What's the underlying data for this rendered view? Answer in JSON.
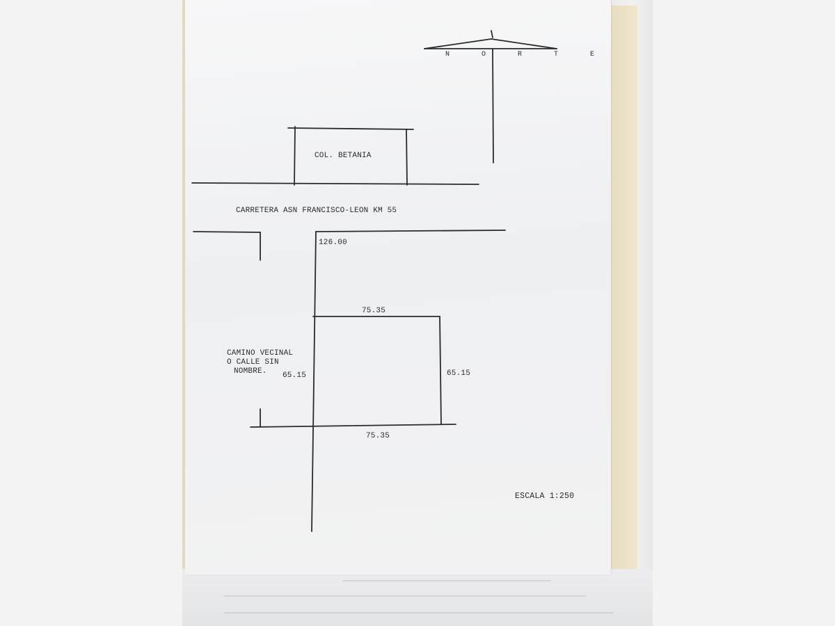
{
  "plan": {
    "north": "N O R T E",
    "settlement": "COL. BETANIA",
    "highway": "CARRETERA ASN FRANCISCO-LEON KM 55",
    "side_road_distance": "126.00",
    "lot_top": "75.35",
    "lot_bottom": "75.35",
    "lot_left": "65.15",
    "lot_right": "65.15",
    "local_road": [
      "CAMINO VECINAL",
      "O CALLE SIN",
      "NOMBRE."
    ],
    "scale": "ESCALA 1:250"
  },
  "colors": {
    "paper": "#f3f3f4",
    "ink": "#2a2a2e",
    "tan_edge": "#e4d9c0",
    "background": "#f3f3f4"
  }
}
